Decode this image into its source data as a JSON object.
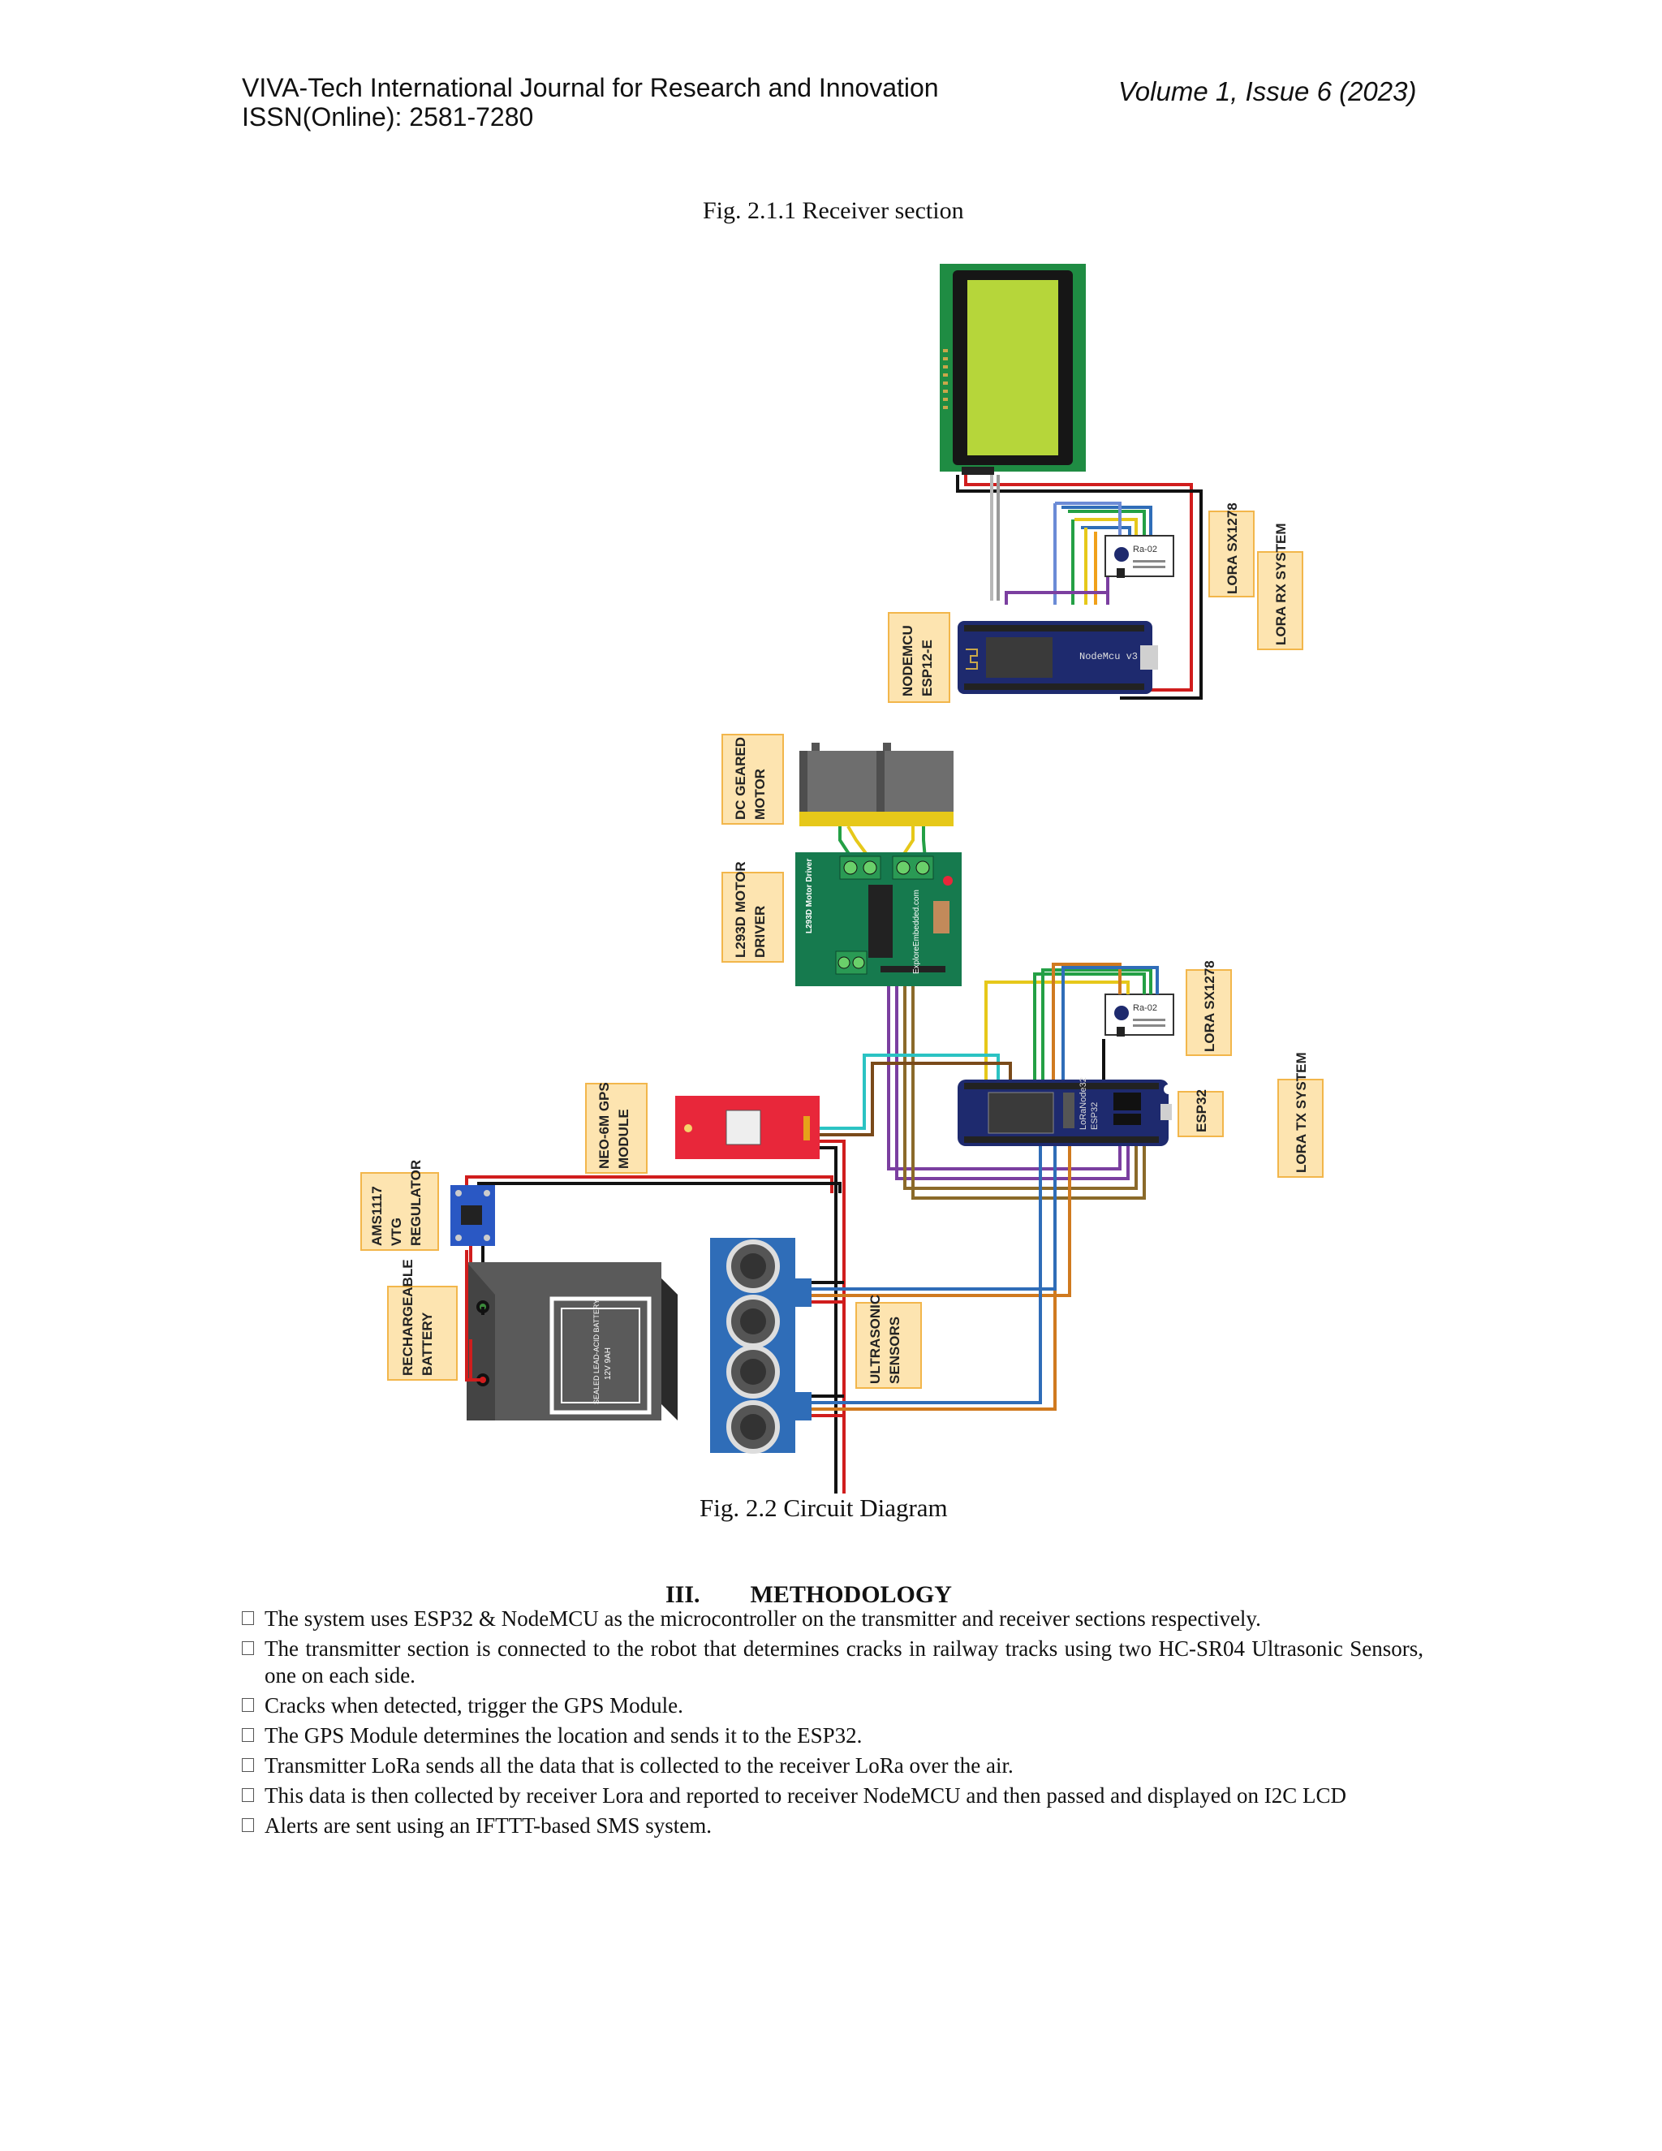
{
  "header": {
    "journal": "VIVA-Tech International Journal for Research and Innovation",
    "issn": "ISSN(Online): 2581-7280",
    "volume": "Volume 1, Issue 6 (2023)"
  },
  "figure_receiver": {
    "caption": "Fig. 2.1.1 Receiver section"
  },
  "figure_circuit": {
    "caption": "Fig. 2.2  Circuit Diagram"
  },
  "labels": {
    "lora_rx_module": "LORA SX1278",
    "lora_rx_system": "LORA RX SYSTEM",
    "nodemcu": [
      "NODEMCU",
      "ESP12-E"
    ],
    "dc_motor": [
      "DC GEARED",
      "MOTOR"
    ],
    "motor_driver": [
      "L293D MOTOR",
      "DRIVER"
    ],
    "lora_tx_module": "LORA SX1278",
    "esp32": "ESP32",
    "lora_tx_system": "LORA TX SYSTEM",
    "gps": [
      "NEO-6M GPS",
      "MODULE"
    ],
    "regulator": [
      "AMS1117",
      "VTG",
      "REGULATOR"
    ],
    "battery": [
      "RECHARGEABLE",
      "BATTERY"
    ],
    "ultrasonic": [
      "ULTRASONIC",
      "SENSORS"
    ]
  },
  "board_text": {
    "nodemcu": "NodeMcu v3",
    "driver": "L293D Motor Driver",
    "driver_site": "ExploreEmbedded.com",
    "esp32_a": "LoRaNode32",
    "esp32_b": "ESP32",
    "battery": "12V 9AH",
    "battery_sub": "SEALED LEAD-ACID BATTERY",
    "lora_chip": "Ra-02"
  },
  "methodology": {
    "number": "III.",
    "title": "METHODOLOGY",
    "items": [
      "The system uses ESP32 & NodeMCU as the microcontroller on the transmitter and receiver sections respectively.",
      "The transmitter section is connected to the robot that determines cracks in railway tracks using two HC-SR04 Ultrasonic Sensors, one on each side.",
      "Cracks when detected, trigger the GPS Module.",
      "The GPS Module determines the location and sends it to the ESP32.",
      "Transmitter LoRa sends all the data that is collected to the receiver LoRa over the air.",
      "This data is then collected by receiver Lora and reported to receiver NodeMCU and then passed and displayed on I2C LCD",
      "Alerts are sent using an IFTTT-based SMS system."
    ]
  },
  "colors": {
    "lcd_green": "#b6d63a",
    "nodemcu_blue": "#1e2a6e",
    "driver_green": "#167a4e",
    "gps_red": "#e8273a",
    "sensor_blue": "#2f6db8",
    "label_bg": "#fde4b0",
    "label_edge": "#f2b64b"
  }
}
